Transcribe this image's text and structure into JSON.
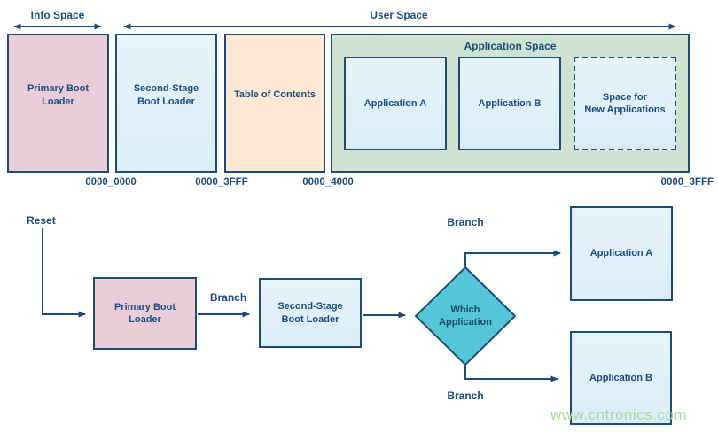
{
  "colors": {
    "border_navy": "#1d4d77",
    "text_navy": "#1c4e7d",
    "block_pink": "#e9ccd7",
    "block_blue": "#ddeef8",
    "block_peach": "#fde8d4",
    "app_space_green": "#cfe3d2",
    "decision_teal": "#55c6d8",
    "watermark_green": "#a8da9a"
  },
  "memory_map": {
    "info_space_label": "Info Space",
    "user_space_label": "User Space",
    "blocks": {
      "primary_boot_loader": "Primary Boot\nLoader",
      "second_stage_boot_loader": "Second-Stage\nBoot Loader",
      "table_of_contents": "Table of Contents",
      "application_space_label": "Application Space",
      "application_a": "Application A",
      "application_b": "Application B",
      "space_for_new_applications": "Space for\nNew Applications"
    },
    "addresses": [
      "0000_0000",
      "0000_3FFF",
      "0000_4000",
      "0000_3FFF"
    ]
  },
  "flowchart": {
    "reset_label": "Reset",
    "primary_boot_loader": "Primary Boot\nLoader",
    "branch_left_label": "Branch",
    "second_stage_boot_loader": "Second-Stage\nBoot Loader",
    "decision_label": "Which\nApplication",
    "branch_top_label": "Branch",
    "branch_bottom_label": "Branch",
    "application_a": "Application A",
    "application_b": "Application B"
  },
  "watermark": "www.cntronics.com"
}
